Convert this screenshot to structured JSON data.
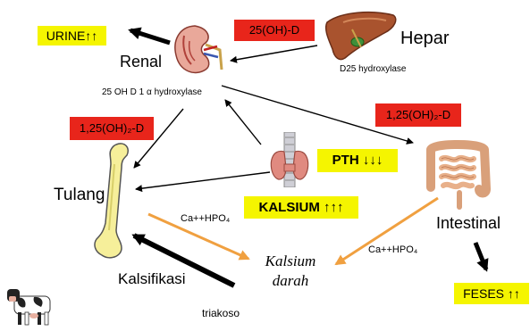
{
  "labels": {
    "urine": "URINE↑↑",
    "renal": "Renal",
    "enzyme_renal": "25 OH D 1 α hydroxylase",
    "metabolite_top": "25(OH)-D",
    "hepar": "Hepar",
    "enzyme_hepar": "D25 hydroxylase",
    "calcitriol_left": "1,25(OH)₂-D",
    "calcitriol_right": "1,25(OH)₂-D",
    "pth": "PTH ↓↓↓",
    "kalsium": "KALSIUM ↑↑↑",
    "tulang": "Tulang",
    "intestinal": "Intestinal",
    "ca_hpo4_left": "Ca++HPO₄",
    "ca_hpo4_right": "Ca++HPO₄",
    "kalsium_darah": "Kalsium darah",
    "kalsium_darah_1": "Kalsium",
    "kalsium_darah_2": "darah",
    "kalsifikasi": "Kalsifikasi",
    "feses": "FESES ↑↑",
    "triakoso": "triakoso"
  },
  "icons": [
    "kidney-icon",
    "liver-icon",
    "thyroid-icon",
    "intestine-icon",
    "bone-icon",
    "cow-icon"
  ],
  "colors": {
    "highlight_yellow": "#f5f500",
    "highlight_red": "#e8251b",
    "flow_orange": "#f0a040",
    "arrow_black": "#000000"
  }
}
